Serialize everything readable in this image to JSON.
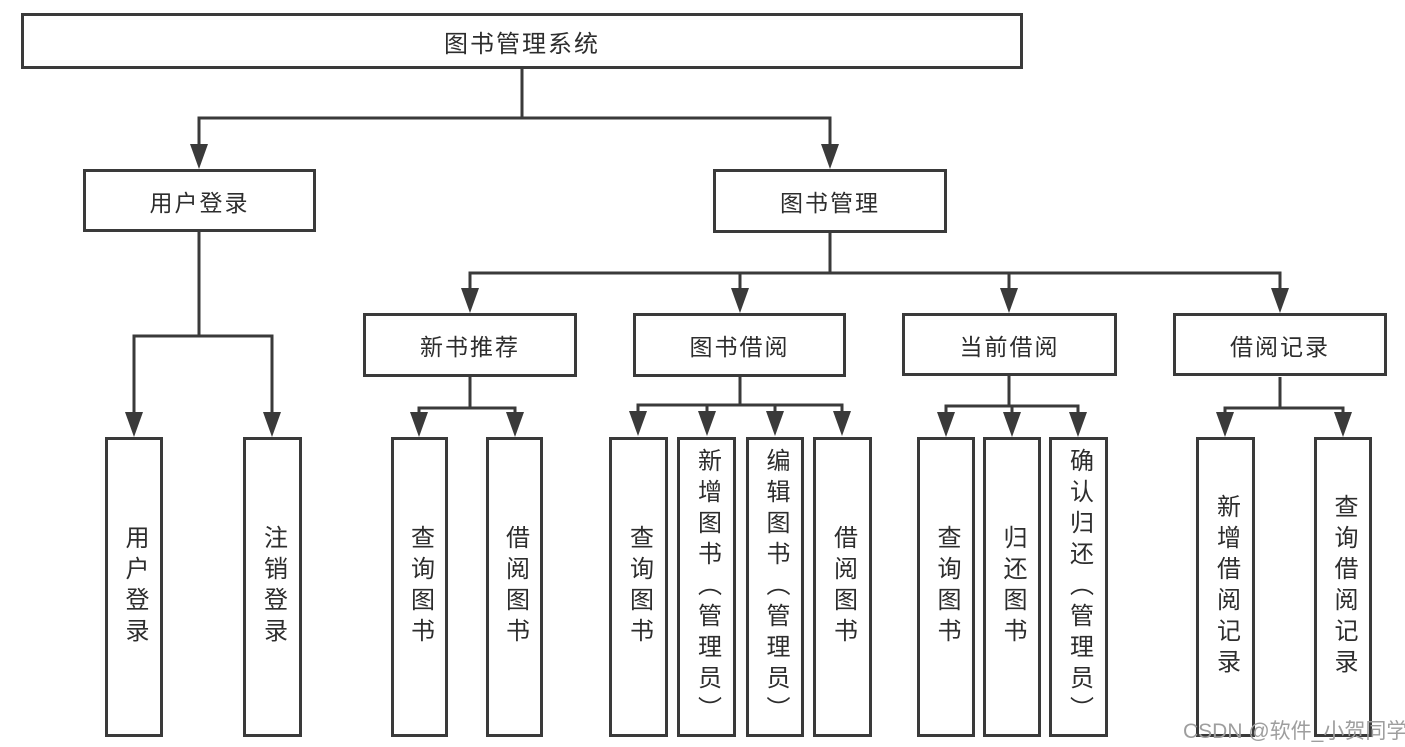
{
  "diagram": {
    "root": {
      "label": "图书管理系统",
      "children": [
        {
          "label": "用户登录",
          "children": [
            {
              "label": "用户登录"
            },
            {
              "label": "注销登录"
            }
          ]
        },
        {
          "label": "图书管理",
          "children": [
            {
              "label": "新书推荐",
              "children": [
                {
                  "label": "查询图书"
                },
                {
                  "label": "借阅图书"
                }
              ]
            },
            {
              "label": "图书借阅",
              "children": [
                {
                  "label": "查询图书"
                },
                {
                  "label": "新增图书（管理员）"
                },
                {
                  "label": "编辑图书（管理员）"
                },
                {
                  "label": "借阅图书"
                }
              ]
            },
            {
              "label": "当前借阅",
              "children": [
                {
                  "label": "查询图书"
                },
                {
                  "label": "归还图书"
                },
                {
                  "label": "确认归还（管理员）"
                }
              ]
            },
            {
              "label": "借阅记录",
              "children": [
                {
                  "label": "新增借阅记录"
                },
                {
                  "label": "查询借阅记录"
                }
              ]
            }
          ]
        }
      ]
    }
  },
  "watermark": {
    "text": "CSDN @软件_小贺同学"
  },
  "colors": {
    "line": "#3a3a3a",
    "text": "#2d2d2d",
    "watermark_gray": "#9e9e9e",
    "background": "#ffffff"
  }
}
